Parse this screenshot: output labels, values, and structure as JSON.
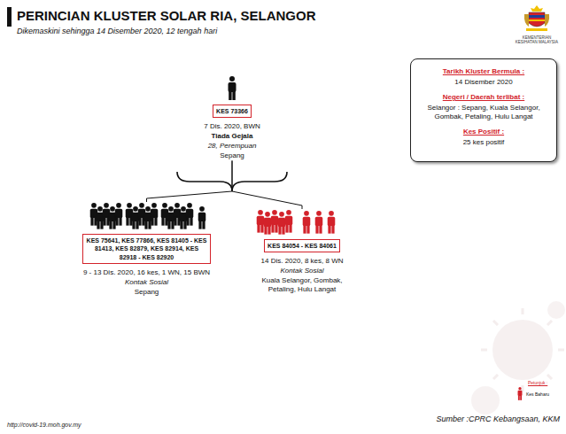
{
  "diagram": {
    "title": "PERINCIAN KLUSTER SOLAR RIA, SELANGOR",
    "caption": "Dikemaskini sehingga 14 Disember 2020, 12 tengah hari",
    "nodes": [
      {
        "text": [
          "KES 73366",
          "7 Dis. 2020, BWN",
          "Tiada Gejala",
          "28, Perempuan",
          "Sepang"
        ]
      },
      {
        "text": [
          "KES 75641, KES 77866, KES 81405 - KES 81413, KES 82879, KES 82914, KES 82918 - KES 82920",
          "9 - 13 Dis. 2020, 16 kes, 1 WN, 15 BWN",
          "Kontak Sosial",
          "Sepang"
        ]
      },
      {
        "text": [
          "KES 84054 - KES 84061",
          "14 Dis. 2020, 8 kes, 8 WN",
          "Kontak Sosial",
          "Kuala Selangor, Gombak, Petaling, Hulu Langat"
        ]
      },
      {
        "text": [
          "Tarikh Kluster Bermula :",
          "14 Disember 2020",
          "Negeri / Daerah terlibat :",
          "Selangor : Sepang, Kuala Selangor, Gombak, Petaling, Hulu Langat",
          "Kes Positif :",
          "25 kes positif"
        ]
      }
    ],
    "edges": [
      {
        "from": 0,
        "to": 1,
        "arrow": "none"
      },
      {
        "from": 0,
        "to": 2,
        "arrow": "none"
      }
    ],
    "labels": [
      "KEMENTERIAN KESIHATAN MALAYSIA",
      "http://covid-19.moh.gov.my",
      "Sumber :CPRC Kebangsaan, KKM",
      "Petunjuk :"
    ],
    "legend": [
      {
        "text": "Kes Baharu"
      }
    ]
  }
}
